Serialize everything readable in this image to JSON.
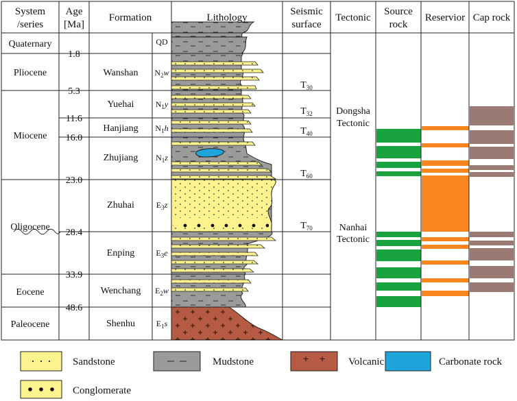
{
  "headers": {
    "system_series": [
      "System",
      "/series"
    ],
    "age": [
      "Age",
      "[Ma]"
    ],
    "formation": "Formation",
    "lithology": "Lithology",
    "seismic_surface": [
      "Seismic",
      "surface"
    ],
    "tectonic": "Tectonic",
    "source_rock": [
      "Source",
      "rock"
    ],
    "reservoir": "Reservior",
    "cap_rock": "Cap rock"
  },
  "series": [
    {
      "name": "Quaternary",
      "top_ma": 0,
      "base_ma": 1.8
    },
    {
      "name": "Pliocene",
      "top_ma": 1.8,
      "base_ma": 5.3
    },
    {
      "name": "Miocene",
      "top_ma": 5.3,
      "base_ma": 23.0
    },
    {
      "name": "Oligocene",
      "top_ma": 23.0,
      "base_ma": 33.9
    },
    {
      "name": "Eocene",
      "top_ma": 33.9,
      "base_ma": 48.6
    },
    {
      "name": "Paleocene",
      "top_ma": 48.6,
      "base_ma": null
    }
  ],
  "ages": [
    "1.8",
    "5.3",
    "11.6",
    "16.0",
    "23.0",
    "28.4",
    "33.9",
    "48.6"
  ],
  "formations": [
    {
      "name": "",
      "code_main": "QD",
      "code_sub": "",
      "code_suffix": ""
    },
    {
      "name": "Wanshan",
      "code_main": "N",
      "code_sub": "2",
      "code_suffix": "w"
    },
    {
      "name": "Yuehai",
      "code_main": "N",
      "code_sub": "1",
      "code_suffix": "y"
    },
    {
      "name": "Hanjiang",
      "code_main": "N",
      "code_sub": "1",
      "code_suffix": "h"
    },
    {
      "name": "Zhujiang",
      "code_main": "N",
      "code_sub": "1",
      "code_suffix": "z"
    },
    {
      "name": "Zhuhai",
      "code_main": "E",
      "code_sub": "3",
      "code_suffix": "z"
    },
    {
      "name": "Enping",
      "code_main": "E",
      "code_sub": "3",
      "code_suffix": "e"
    },
    {
      "name": "Wenchang",
      "code_main": "E",
      "code_sub": "2",
      "code_suffix": "w"
    },
    {
      "name": "Shenhu",
      "code_main": "E",
      "code_sub": "1",
      "code_suffix": "s"
    }
  ],
  "seismic_surfaces": [
    {
      "main": "T",
      "sub": "30"
    },
    {
      "main": "T",
      "sub": "32"
    },
    {
      "main": "T",
      "sub": "40"
    },
    {
      "main": "T",
      "sub": "60"
    },
    {
      "main": "T",
      "sub": "70"
    }
  ],
  "tectonics": [
    {
      "lines": [
        "Dongsha",
        "Tectonic"
      ]
    },
    {
      "lines": [
        "Nanhai",
        "Tectonic"
      ]
    }
  ],
  "legend": [
    {
      "label": "Sandstone",
      "pattern": "sandstone"
    },
    {
      "label": "Mudstone",
      "pattern": "mudstone"
    },
    {
      "label": "Volcanic rocks",
      "pattern": "volcanic"
    },
    {
      "label": "Carbonate rock",
      "pattern": "carbonate"
    },
    {
      "label": "Conglomerate",
      "pattern": "conglomerate"
    }
  ],
  "colors": {
    "sandstone": "#fdf38e",
    "mudstone": "#9b9b9b",
    "volcanic": "#b65b43",
    "carbonate": "#1ea5dc",
    "source_rock": "#19a33f",
    "reservoir": "#f7861f",
    "cap_rock": "#9a7a72"
  }
}
